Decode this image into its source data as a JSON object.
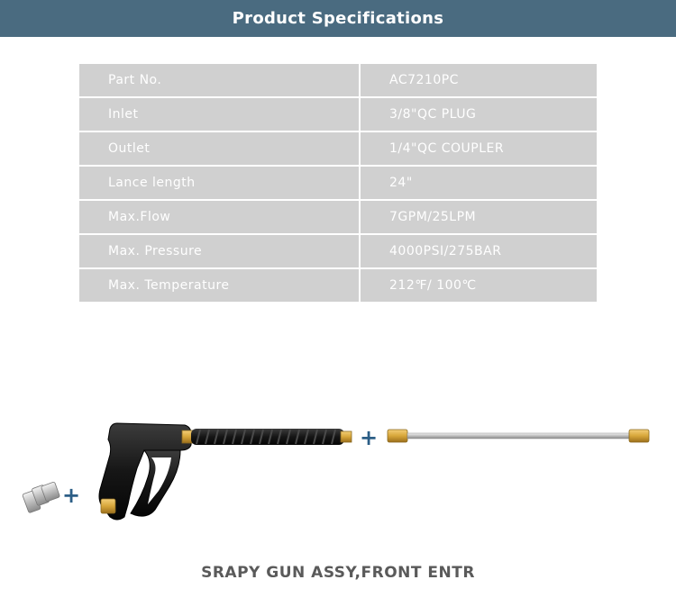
{
  "header": {
    "title": "Product Specifications"
  },
  "specs": [
    {
      "label": "Part No.",
      "value": "AC7210PC"
    },
    {
      "label": "Inlet",
      "value": "3/8\"QC PLUG"
    },
    {
      "label": "Outlet",
      "value": "1/4\"QC COUPLER"
    },
    {
      "label": "Lance length",
      "value": "24\""
    },
    {
      "label": "Max.Flow",
      "value": "7GPM/25LPM"
    },
    {
      "label": "Max. Pressure",
      "value": "4000PSI/275BAR"
    },
    {
      "label": "Max. Temperature",
      "value": "212℉/ 100℃"
    }
  ],
  "illustration": {
    "plus_symbol": "+"
  },
  "caption": "SRAPY GUN ASSY,FRONT ENTR",
  "colors": {
    "header_bg": "#4a6b80",
    "row_bg": "#d0d0d0",
    "plus": "#2c5e86",
    "brass": "#d7a63a"
  }
}
